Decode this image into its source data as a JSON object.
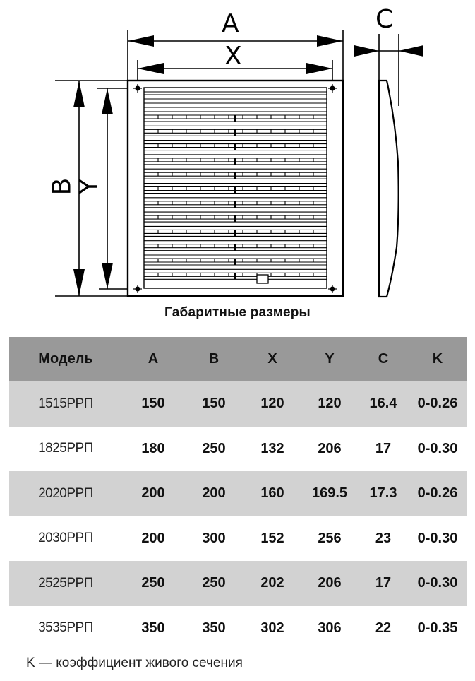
{
  "drawing": {
    "labels": {
      "A": "A",
      "X": "X",
      "B": "B",
      "Y": "Y",
      "C": "C"
    },
    "caption": "Габаритные размеры",
    "louver_count": 12
  },
  "table": {
    "headers": [
      "Модель",
      "A",
      "B",
      "X",
      "Y",
      "C",
      "K"
    ],
    "rows": [
      {
        "model": "1515РРП",
        "A": "150",
        "B": "150",
        "X": "120",
        "Y": "120",
        "C": "16.4",
        "K": "0-0.26"
      },
      {
        "model": "1825РРП",
        "A": "180",
        "B": "250",
        "X": "132",
        "Y": "206",
        "C": "17",
        "K": "0-0.30"
      },
      {
        "model": "2020РРП",
        "A": "200",
        "B": "200",
        "X": "160",
        "Y": "169.5",
        "C": "17.3",
        "K": "0-0.26"
      },
      {
        "model": "2030РРП",
        "A": "200",
        "B": "300",
        "X": "152",
        "Y": "256",
        "C": "23",
        "K": "0-0.30"
      },
      {
        "model": "2525РРП",
        "A": "250",
        "B": "250",
        "X": "202",
        "Y": "206",
        "C": "17",
        "K": "0-0.30"
      },
      {
        "model": "3535РРП",
        "A": "350",
        "B": "350",
        "X": "302",
        "Y": "306",
        "C": "22",
        "K": "0-0.35"
      }
    ]
  },
  "footnote": "K — коэффициент живого сечения",
  "colors": {
    "header_bg": "#999999",
    "shade_bg": "#d2d2d2",
    "plain_bg": "#ffffff"
  }
}
